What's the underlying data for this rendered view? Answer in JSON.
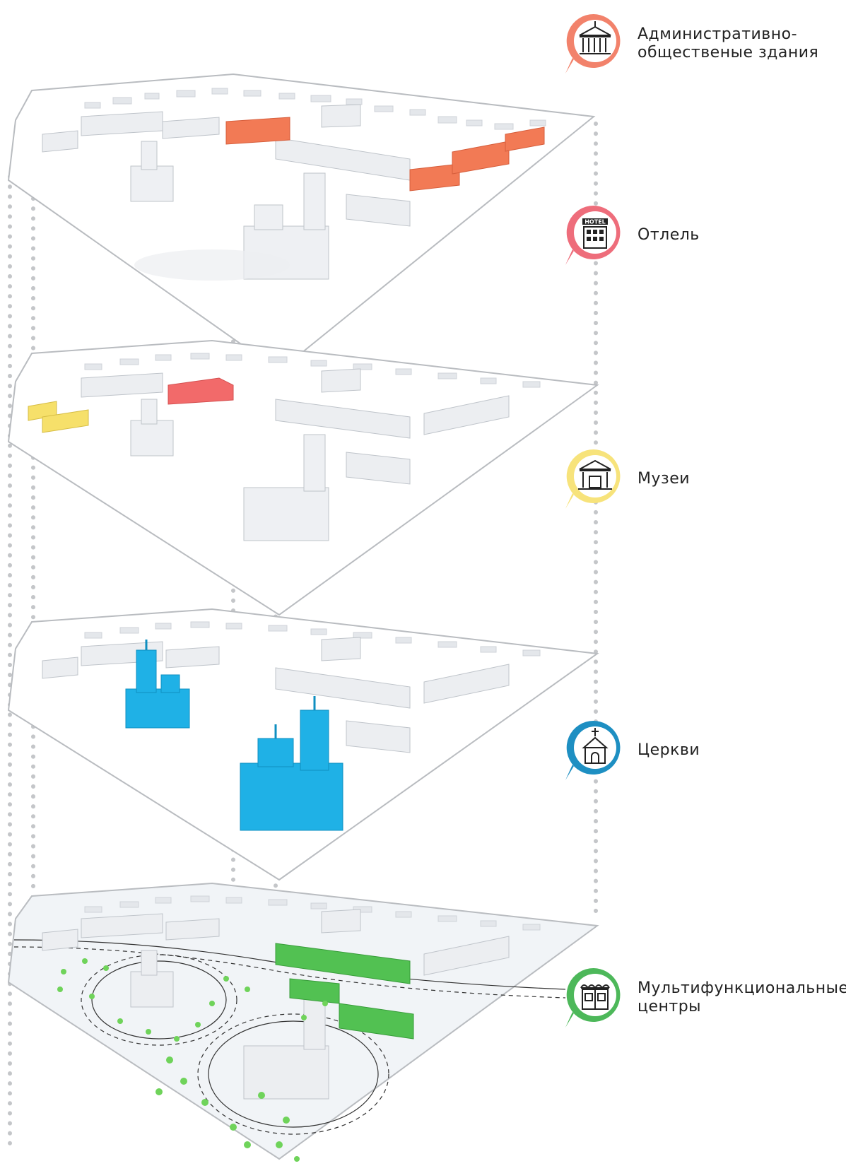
{
  "legend": [
    {
      "id": "admin",
      "lines": [
        "Административно-",
        "общественые здания"
      ],
      "color": "#f2826b",
      "icon": "government-building-icon"
    },
    {
      "id": "hotel",
      "lines": [
        "Отлель"
      ],
      "color": "#ee6d7b",
      "icon": "hotel-icon"
    },
    {
      "id": "museum",
      "lines": [
        "Музеи"
      ],
      "color": "#f7e37b",
      "icon": "museum-icon"
    },
    {
      "id": "church",
      "lines": [
        "Церкви"
      ],
      "color": "#1e8fc2",
      "icon": "church-icon"
    },
    {
      "id": "multi",
      "lines": [
        "Мультифункциональные",
        "центры"
      ],
      "color": "#4db85a",
      "icon": "shopping-center-icon"
    }
  ],
  "layer_colors": {
    "admin": "#f27a55",
    "hotel": "#f26a6a",
    "museum": "#f6e06a",
    "church": "#1fb1e6",
    "multi": "#52c152",
    "building": "#e6e9ee",
    "ground": "#f4f6f8"
  }
}
